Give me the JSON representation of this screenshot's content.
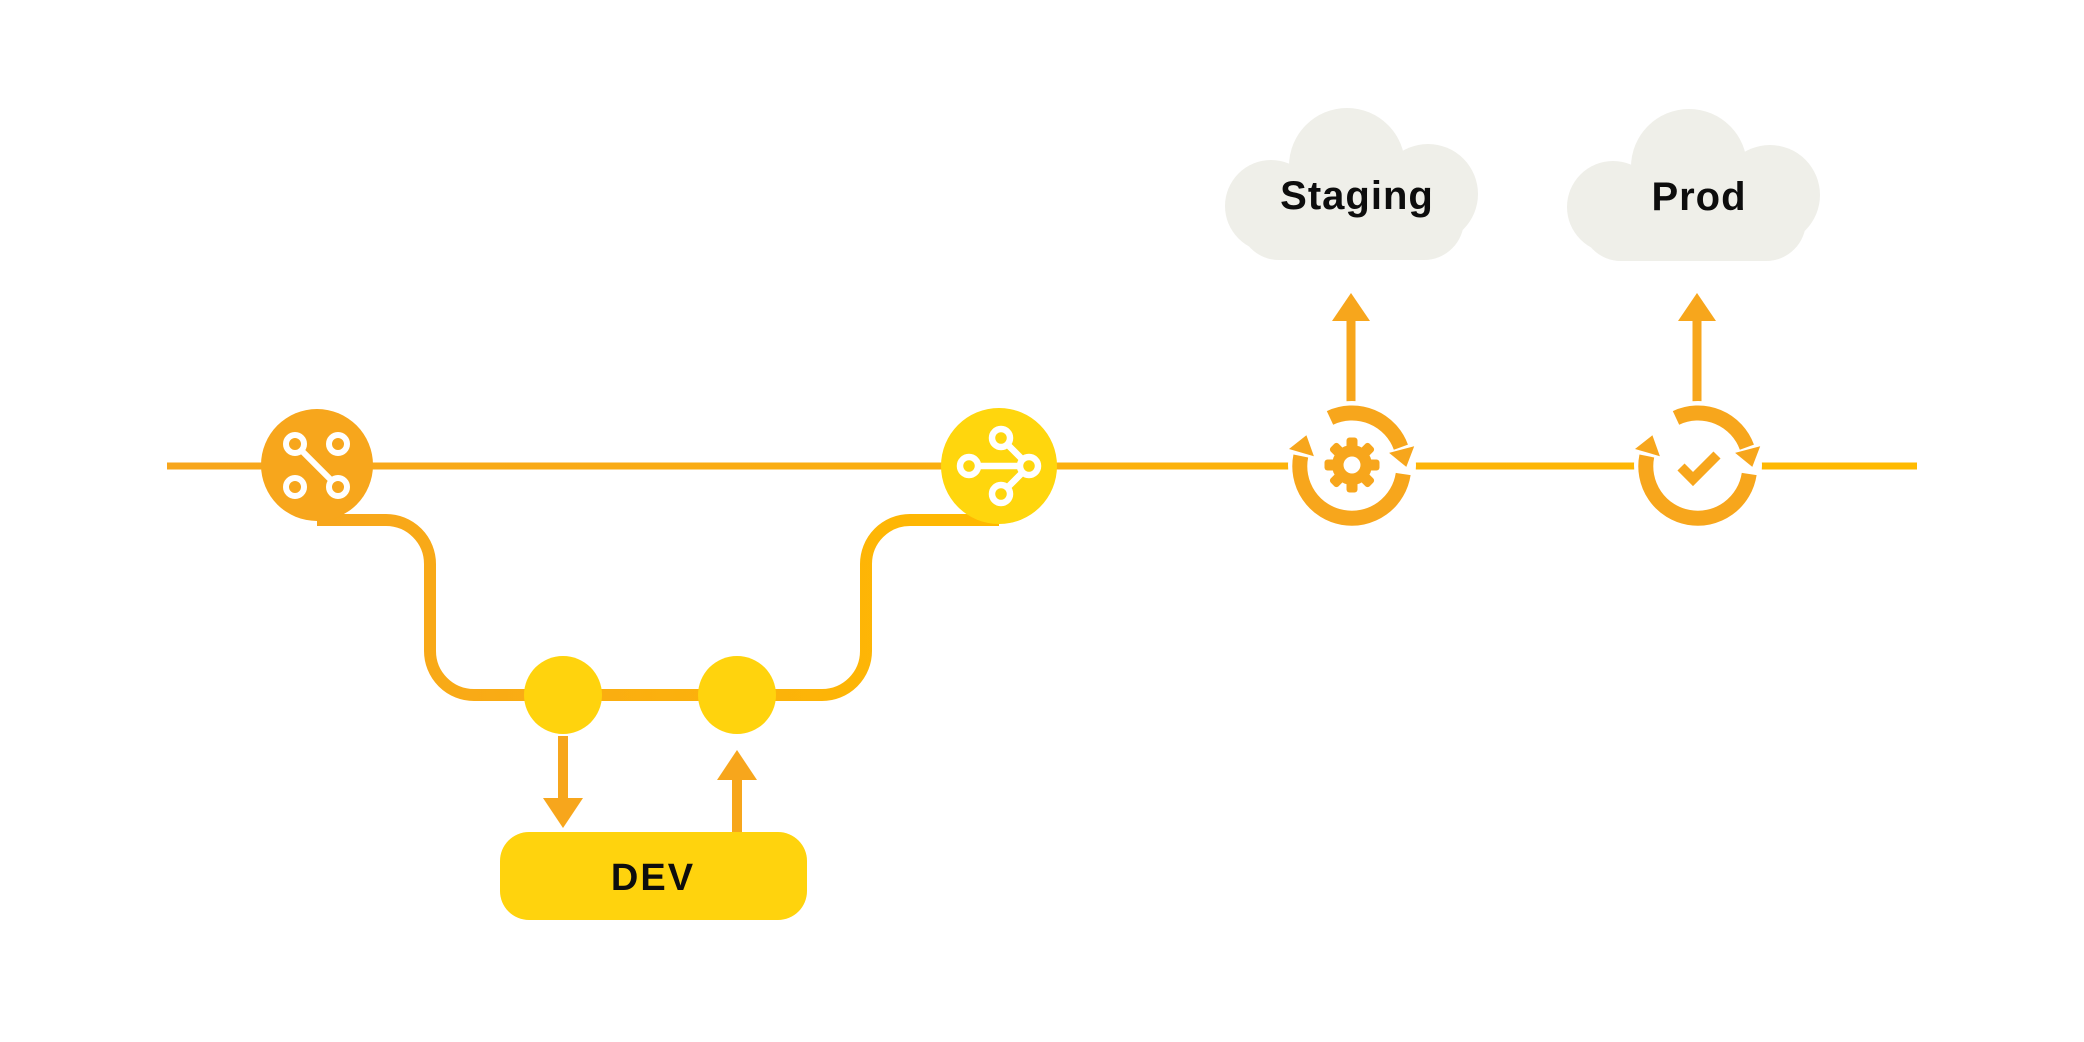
{
  "diagram": {
    "labels": {
      "dev": "DEV",
      "staging": "Staging",
      "prod": "Prod"
    },
    "icons": {
      "left_node": "commit-network-icon",
      "merge_node": "git-merge-icon",
      "staging_node": "sync-gear-icon",
      "prod_node": "sync-check-icon",
      "staging_env": "cloud-icon",
      "prod_env": "cloud-icon",
      "dev_checkout": "arrow-down-icon",
      "dev_commit": "arrow-up-icon",
      "staging_deploy": "arrow-up-icon",
      "prod_deploy": "arrow-up-icon"
    },
    "colors": {
      "orange": "#F7A61C",
      "line_gradient_start": "#F7A61C",
      "line_gradient_end": "#FFBA00",
      "yellow": "#FFD30D",
      "cloud_gray": "#EFEFE9",
      "label_text": "#0D0D0D",
      "icon_glyph": "#FFFFFF",
      "background": "#FFFFFF"
    }
  }
}
